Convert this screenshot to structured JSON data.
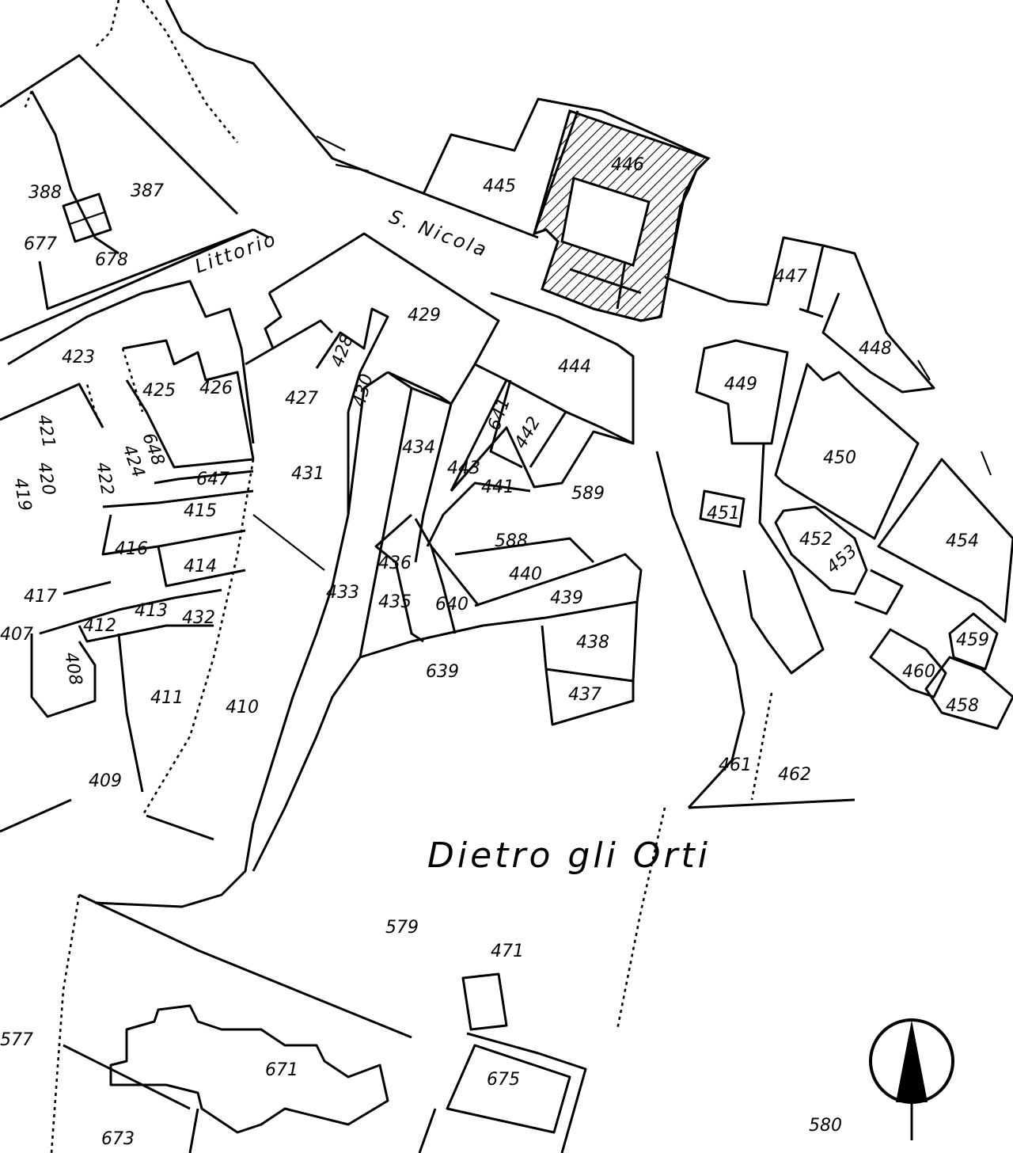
{
  "map": {
    "streets": [
      "Littorio",
      "S. Nicola"
    ],
    "place_name": "Dietro gli Orti",
    "parcel_numbers": [
      "388",
      "387",
      "677",
      "678",
      "423",
      "425",
      "426",
      "421",
      "420",
      "419",
      "422",
      "424",
      "648",
      "647",
      "415",
      "416",
      "414",
      "417",
      "407",
      "412",
      "413",
      "432",
      "408",
      "411",
      "410",
      "409",
      "427",
      "428",
      "430",
      "429",
      "431",
      "433",
      "434",
      "436",
      "435",
      "443",
      "641",
      "442",
      "441",
      "588",
      "589",
      "440",
      "439",
      "640",
      "639",
      "438",
      "437",
      "444",
      "445",
      "446",
      "447",
      "448",
      "449",
      "450",
      "451",
      "452",
      "453",
      "454",
      "459",
      "460",
      "458",
      "461",
      "462",
      "579",
      "471",
      "577",
      "671",
      "673",
      "675",
      "580"
    ],
    "symbols": [
      "north-arrow-icon",
      "church-cross-icon"
    ]
  }
}
